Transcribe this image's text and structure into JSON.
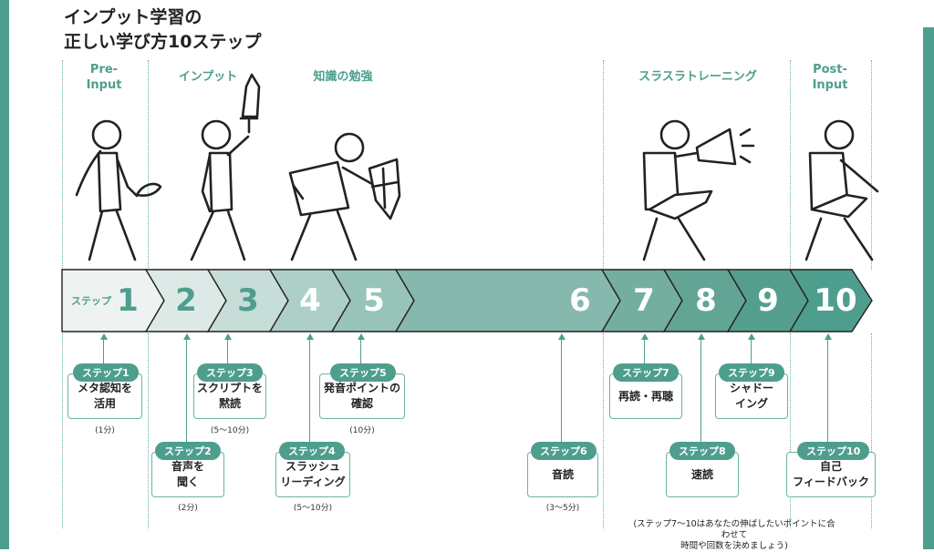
{
  "title": {
    "line1": "インプット学習の",
    "line2": "正しい学び方10ステップ"
  },
  "phases": {
    "pre_input": "Pre-\nInput",
    "input": "インプット",
    "knowledge": "知識の勉強",
    "training": "スラスラトレーニング",
    "post_input": "Post-\nInput"
  },
  "timeline": {
    "label": "ステップ",
    "numbers": [
      "1",
      "2",
      "3",
      "4",
      "5",
      "6",
      "7",
      "8",
      "9",
      "10"
    ]
  },
  "steps": [
    {
      "badge": "ステップ1",
      "text": "メタ認知を\n活用",
      "duration": "(1分)"
    },
    {
      "badge": "ステップ2",
      "text": "音声を\n聞く",
      "duration": "(2分)"
    },
    {
      "badge": "ステップ3",
      "text": "スクリプトを\n黙読",
      "duration": "(5〜10分)"
    },
    {
      "badge": "ステップ4",
      "text": "スラッシュ\nリーディング",
      "duration": "(5〜10分)"
    },
    {
      "badge": "ステップ5",
      "text": "発音ポイントの\n確認",
      "duration": "(10分)"
    },
    {
      "badge": "ステップ6",
      "text": "音読",
      "duration": "(3〜5分)"
    },
    {
      "badge": "ステップ7",
      "text": "再読・再聴",
      "duration": ""
    },
    {
      "badge": "ステップ8",
      "text": "速読",
      "duration": ""
    },
    {
      "badge": "ステップ9",
      "text": "シャドー\nイング",
      "duration": ""
    },
    {
      "badge": "ステップ10",
      "text": "自己\nフィードバック",
      "duration": ""
    }
  ],
  "note": "(ステップ7〜10はあなたの伸ばしたいポイントに合わせて\n時間や回数を決めましょう)",
  "colors": {
    "accent": "#4e9e8e",
    "light": "#e8efed"
  }
}
